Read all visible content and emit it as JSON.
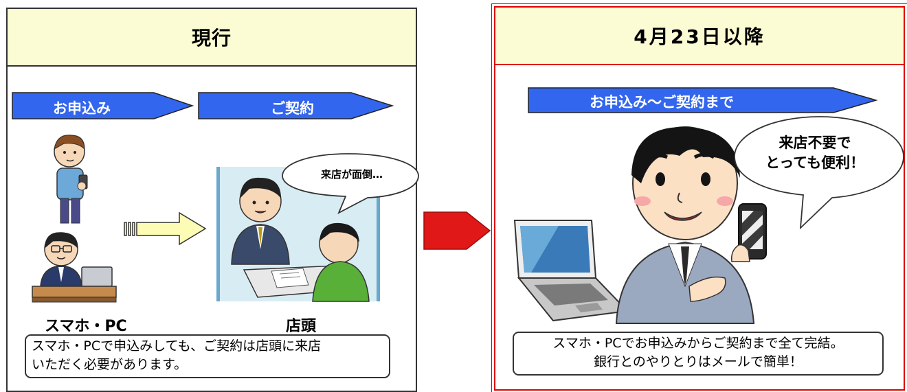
{
  "left_panel": {
    "title": "現行",
    "step_apply": "お申込み",
    "step_contract": "ご契約",
    "bubble": "来店が面倒…",
    "caption_online": "スマホ・PC",
    "caption_store": "店頭",
    "note_line1": "スマホ・PCで申込みしても、ご契約は店頭に来店",
    "note_line2": "いただく必要があります。"
  },
  "right_panel": {
    "title": "4月23日以降",
    "step_all": "お申込み～ご契約まで",
    "bubble_line1": "来店不要で",
    "bubble_line2": "とっても便利！",
    "note_line1": "スマホ・PCでお申込みからご契約まで全て完結。",
    "note_line2": "銀行とのやりとりはメールで簡単！"
  },
  "colors": {
    "header_bg": "#fcfcd4",
    "step_arrow": "#3366ee",
    "highlight_border": "#e00000",
    "transition_arrow": "#e01818",
    "flow_arrow": "#fcfcb4"
  },
  "icons": {
    "transition": "red-arrow-right",
    "flow": "hollow-arrow-right"
  }
}
